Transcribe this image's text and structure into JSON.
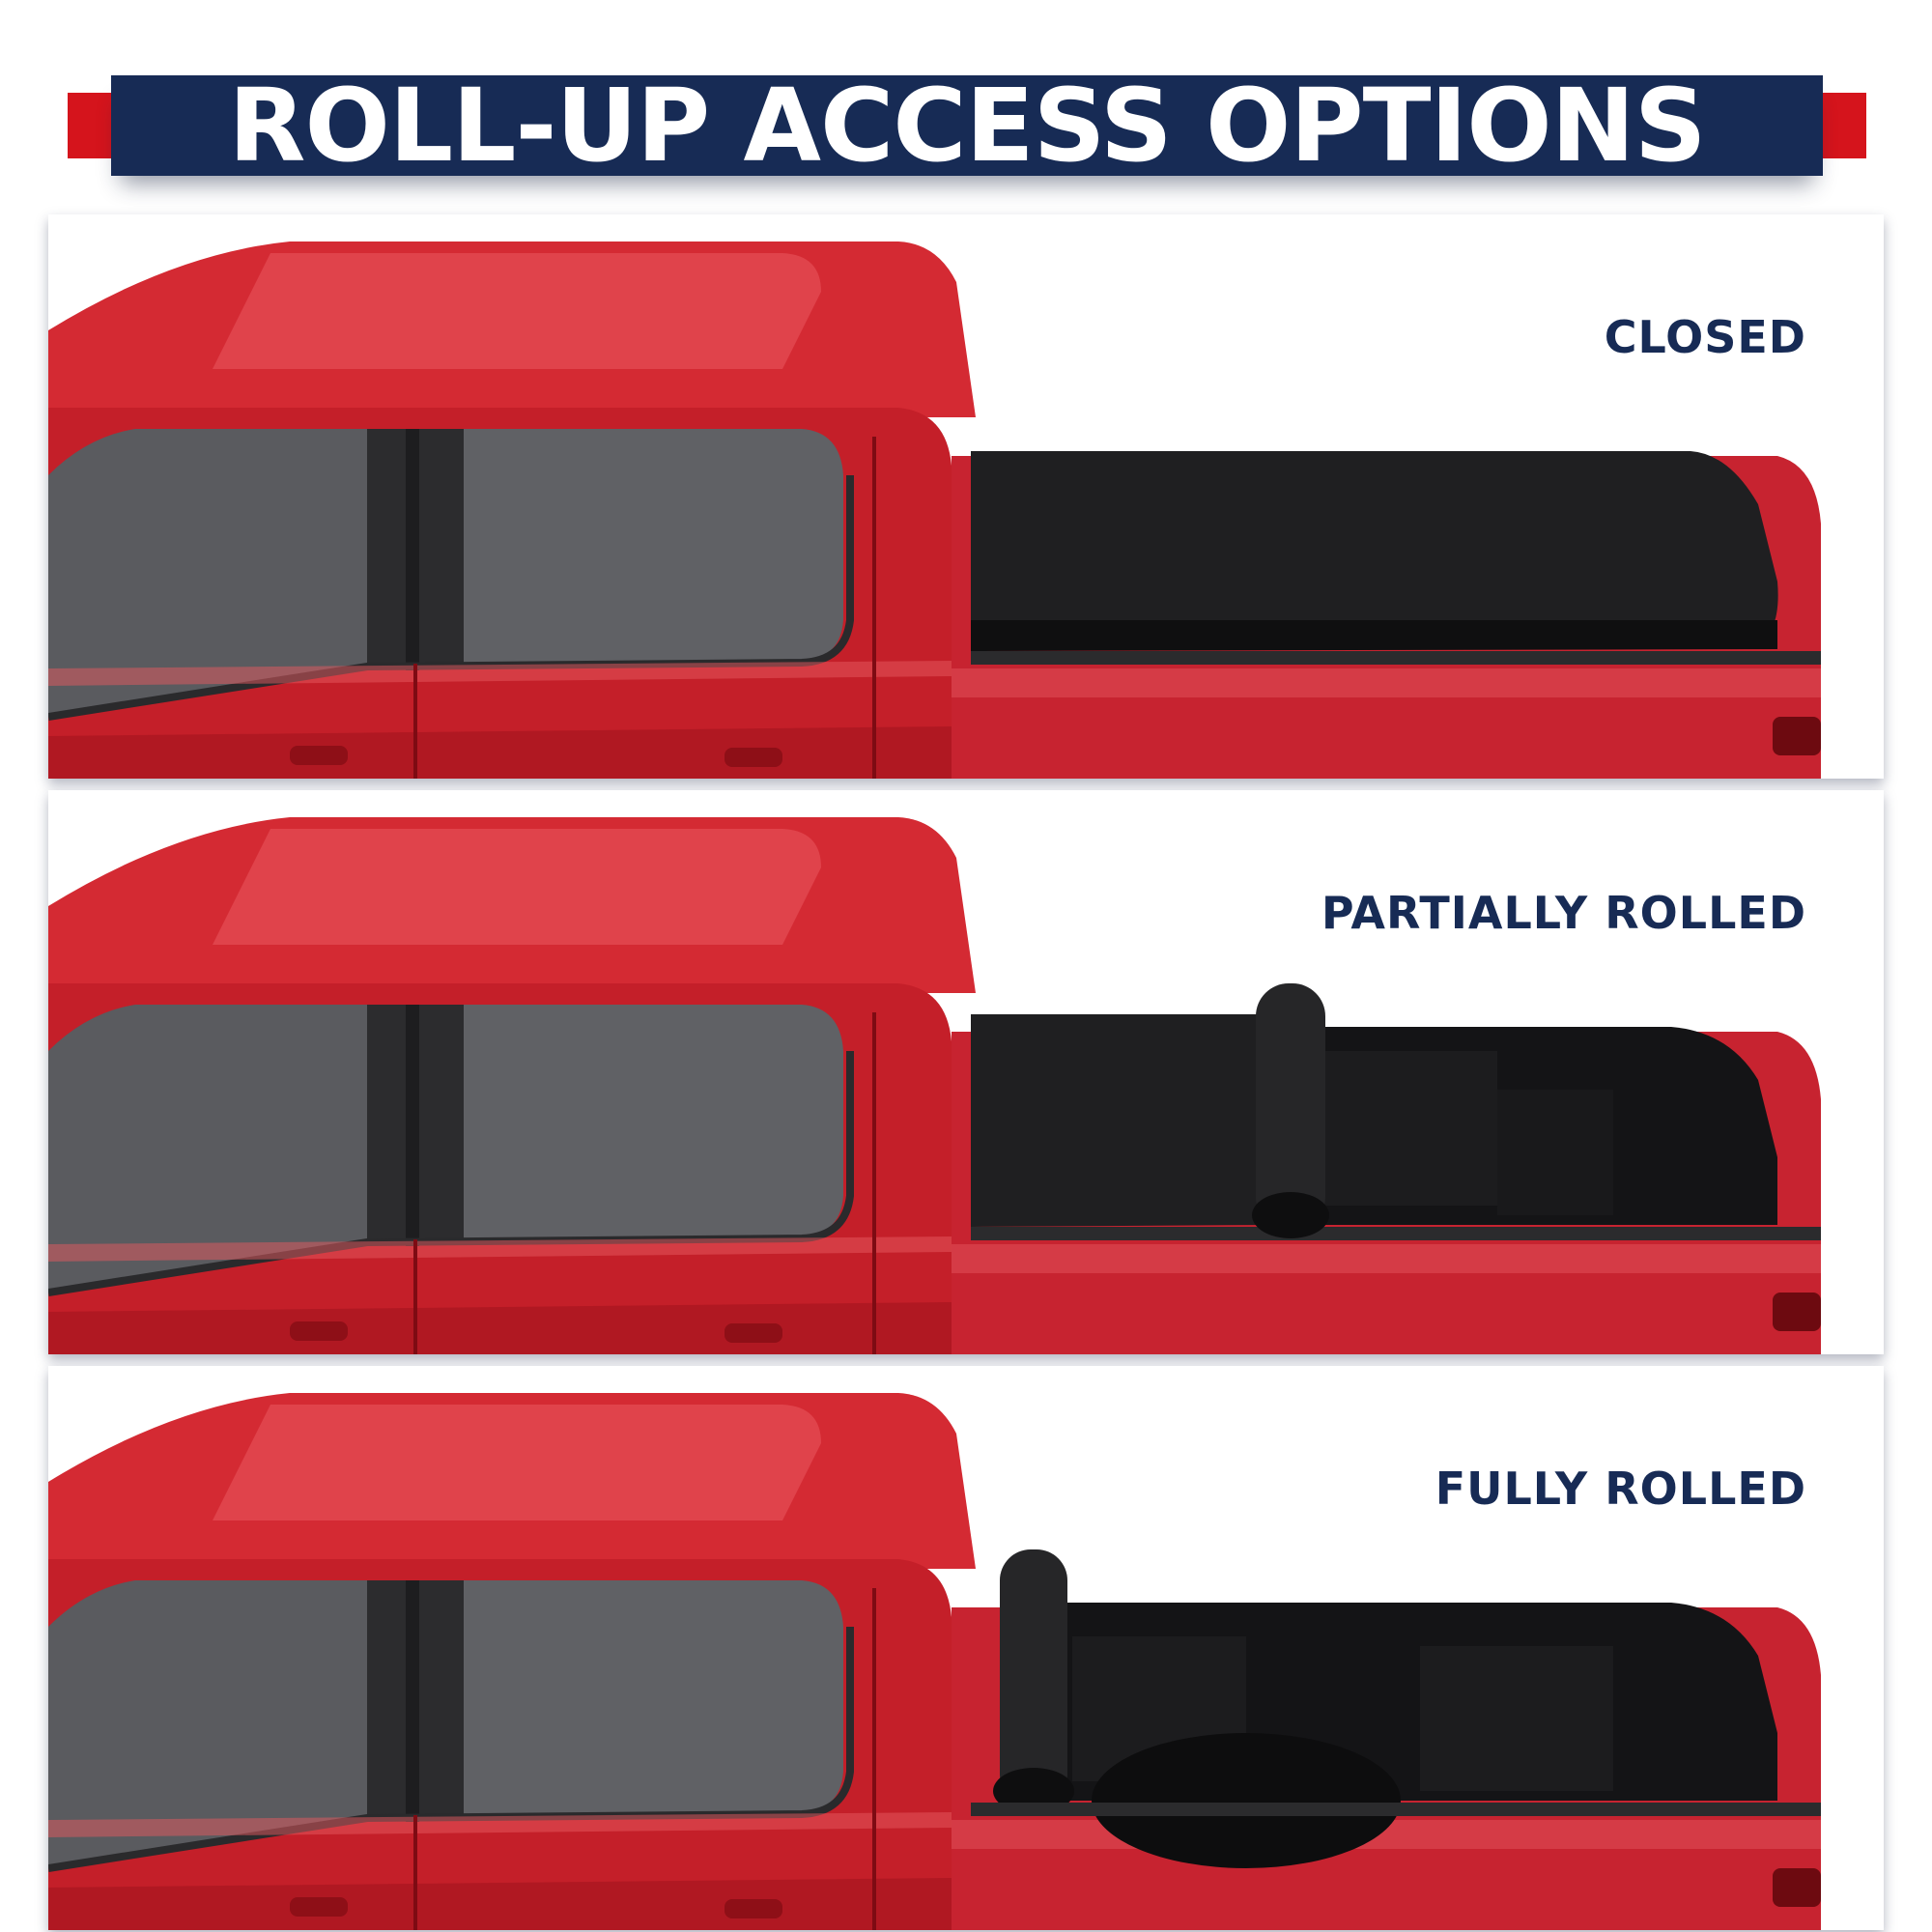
{
  "banner": {
    "title": "ROLL-UP ACCESS OPTIONS"
  },
  "panels": [
    {
      "label": "CLOSED",
      "state": "closed"
    },
    {
      "label": "PARTIALLY ROLLED",
      "state": "partial"
    },
    {
      "label": "FULLY ROLLED",
      "state": "full"
    }
  ],
  "colors": {
    "banner_navy": "#172b55",
    "banner_red": "#d5141c",
    "label_navy": "#172b55",
    "truck_red": "#c8202b",
    "truck_red_light": "#e24a52",
    "truck_red_dark": "#8e0f17",
    "glass": "#5e5f63",
    "cover_black": "#1f1f21",
    "bed_black": "#151517"
  }
}
